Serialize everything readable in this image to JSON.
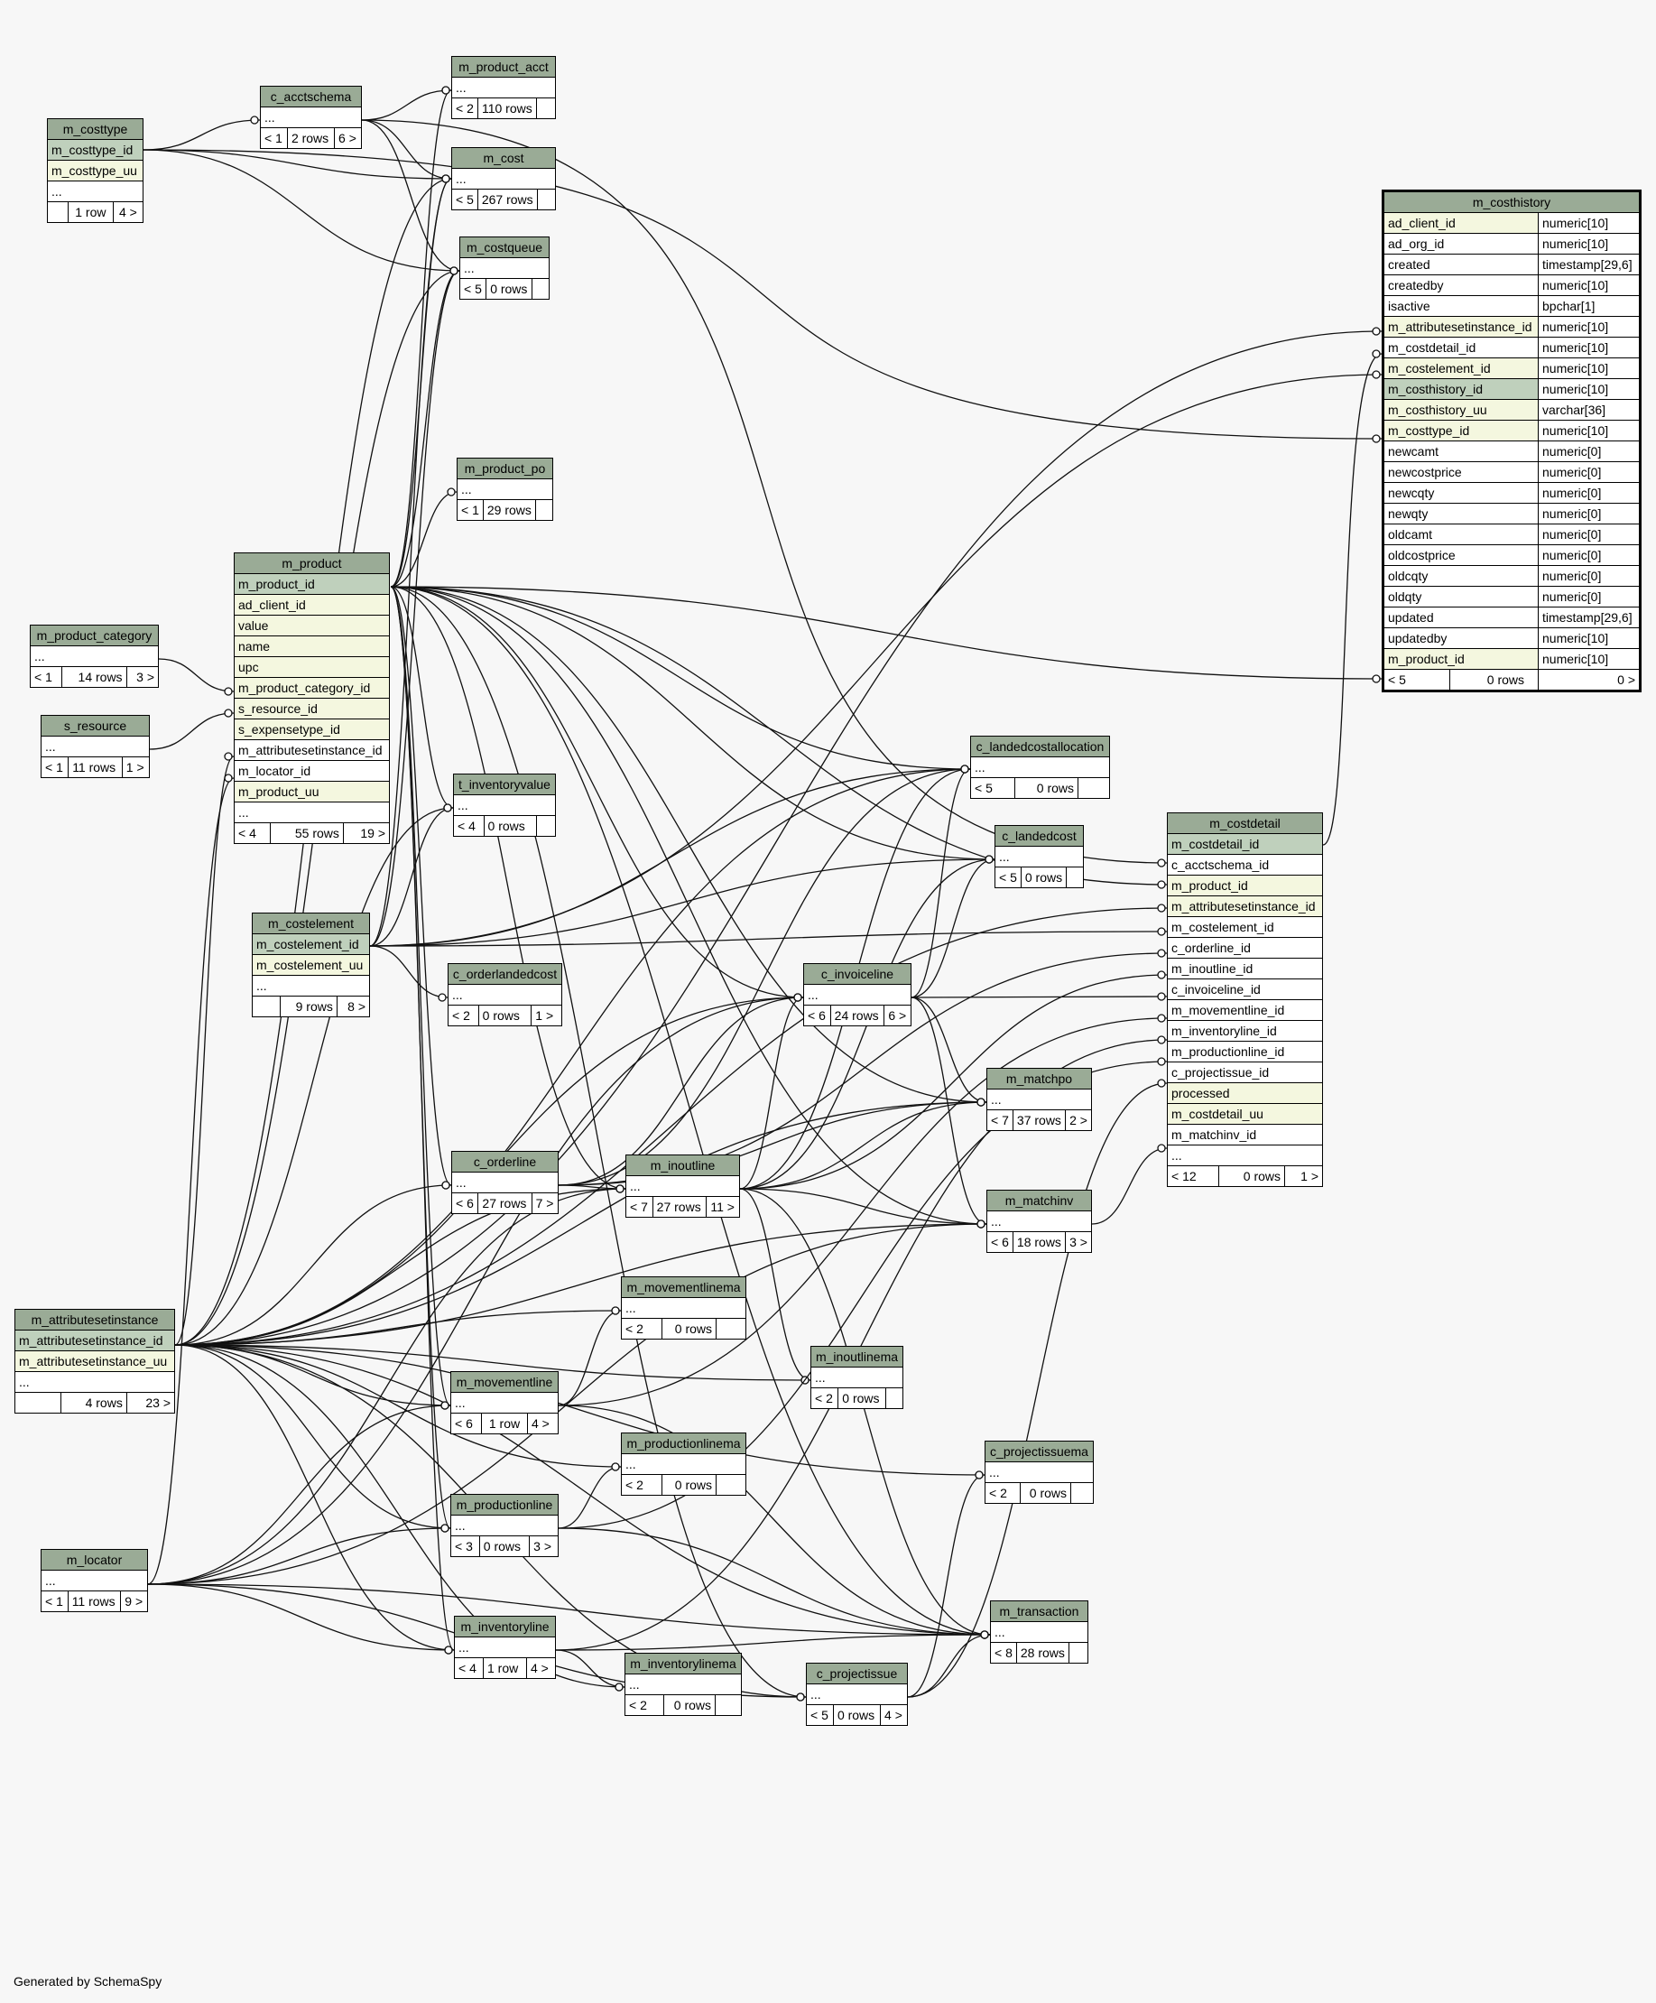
{
  "footer": "Generated by SchemaSpy",
  "colors": {
    "header": "#9aab96",
    "primary_key": "#bfd0bc",
    "indexed": "#f4f7df",
    "plain": "#ffffff",
    "background": "#f7f7f7"
  },
  "tables": {
    "m_costtype": {
      "name": "m_costtype",
      "columns": [
        "m_costtype_id",
        "m_costtype_uu",
        "..."
      ],
      "stats": [
        "",
        "1 row",
        "4 >"
      ]
    },
    "c_acctschema": {
      "name": "c_acctschema",
      "columns": [
        "..."
      ],
      "stats": [
        "< 1",
        "2 rows",
        "6 >"
      ]
    },
    "m_product_acct": {
      "name": "m_product_acct",
      "columns": [
        "..."
      ],
      "stats": [
        "< 2",
        "110 rows",
        ""
      ]
    },
    "m_cost": {
      "name": "m_cost",
      "columns": [
        "..."
      ],
      "stats": [
        "< 5",
        "267 rows",
        ""
      ]
    },
    "m_costqueue": {
      "name": "m_costqueue",
      "columns": [
        "..."
      ],
      "stats": [
        "< 5",
        "0 rows",
        ""
      ]
    },
    "m_product_po": {
      "name": "m_product_po",
      "columns": [
        "..."
      ],
      "stats": [
        "< 1",
        "29 rows",
        ""
      ]
    },
    "m_product": {
      "name": "m_product",
      "columns": [
        "m_product_id",
        "ad_client_id",
        "value",
        "name",
        "upc",
        "m_product_category_id",
        "s_resource_id",
        "s_expensetype_id",
        "m_attributesetinstance_id",
        "m_locator_id",
        "m_product_uu",
        "..."
      ],
      "stats": [
        "< 4",
        "55 rows",
        "19 >"
      ]
    },
    "m_product_category": {
      "name": "m_product_category",
      "columns": [
        "..."
      ],
      "stats": [
        "< 1",
        "14 rows",
        "3 >"
      ]
    },
    "s_resource": {
      "name": "s_resource",
      "columns": [
        "..."
      ],
      "stats": [
        "< 1",
        "11 rows",
        "1 >"
      ]
    },
    "t_inventoryvalue": {
      "name": "t_inventoryvalue",
      "columns": [
        "..."
      ],
      "stats": [
        "< 4",
        "0 rows",
        ""
      ]
    },
    "m_costelement": {
      "name": "m_costelement",
      "columns": [
        "m_costelement_id",
        "m_costelement_uu",
        "..."
      ],
      "stats": [
        "",
        "9 rows",
        "8 >"
      ]
    },
    "c_orderlandedcost": {
      "name": "c_orderlandedcost",
      "columns": [
        "..."
      ],
      "stats": [
        "< 2",
        "0 rows",
        "1 >"
      ]
    },
    "c_landedcostallocation": {
      "name": "c_landedcostallocation",
      "columns": [
        "..."
      ],
      "stats": [
        "< 5",
        "0 rows",
        ""
      ]
    },
    "c_landedcost": {
      "name": "c_landedcost",
      "columns": [
        "..."
      ],
      "stats": [
        "< 5",
        "0 rows",
        ""
      ]
    },
    "c_invoiceline": {
      "name": "c_invoiceline",
      "columns": [
        "..."
      ],
      "stats": [
        "< 6",
        "24 rows",
        "6 >"
      ]
    },
    "m_matchpo": {
      "name": "m_matchpo",
      "columns": [
        "..."
      ],
      "stats": [
        "< 7",
        "37 rows",
        "2 >"
      ]
    },
    "c_orderline": {
      "name": "c_orderline",
      "columns": [
        "..."
      ],
      "stats": [
        "< 6",
        "27 rows",
        "7 >"
      ]
    },
    "m_inoutline": {
      "name": "m_inoutline",
      "columns": [
        "..."
      ],
      "stats": [
        "< 7",
        "27 rows",
        "11 >"
      ]
    },
    "m_matchinv": {
      "name": "m_matchinv",
      "columns": [
        "..."
      ],
      "stats": [
        "< 6",
        "18 rows",
        "3 >"
      ]
    },
    "m_attributesetinstance": {
      "name": "m_attributesetinstance",
      "columns": [
        "m_attributesetinstance_id",
        "m_attributesetinstance_uu",
        "..."
      ],
      "stats": [
        "",
        "4 rows",
        "23 >"
      ]
    },
    "m_movementlinema": {
      "name": "m_movementlinema",
      "columns": [
        "..."
      ],
      "stats": [
        "< 2",
        "0 rows",
        ""
      ]
    },
    "m_inoutlinema": {
      "name": "m_inoutlinema",
      "columns": [
        "..."
      ],
      "stats": [
        "< 2",
        "0 rows",
        ""
      ]
    },
    "m_movementline": {
      "name": "m_movementline",
      "columns": [
        "..."
      ],
      "stats": [
        "< 6",
        "1 row",
        "4 >"
      ]
    },
    "m_productionlinema": {
      "name": "m_productionlinema",
      "columns": [
        "..."
      ],
      "stats": [
        "< 2",
        "0 rows",
        ""
      ]
    },
    "c_projectissuema": {
      "name": "c_projectissuema",
      "columns": [
        "..."
      ],
      "stats": [
        "< 2",
        "0 rows",
        ""
      ]
    },
    "m_productionline": {
      "name": "m_productionline",
      "columns": [
        "..."
      ],
      "stats": [
        "< 3",
        "0 rows",
        "3 >"
      ]
    },
    "m_locator": {
      "name": "m_locator",
      "columns": [
        "..."
      ],
      "stats": [
        "< 1",
        "11 rows",
        "9 >"
      ]
    },
    "m_transaction": {
      "name": "m_transaction",
      "columns": [
        "..."
      ],
      "stats": [
        "< 8",
        "28 rows",
        ""
      ]
    },
    "m_inventoryline": {
      "name": "m_inventoryline",
      "columns": [
        "..."
      ],
      "stats": [
        "< 4",
        "1 row",
        "4 >"
      ]
    },
    "m_inventorylinema": {
      "name": "m_inventorylinema",
      "columns": [
        "..."
      ],
      "stats": [
        "< 2",
        "0 rows",
        ""
      ]
    },
    "c_projectissue": {
      "name": "c_projectissue",
      "columns": [
        "..."
      ],
      "stats": [
        "< 5",
        "0 rows",
        "4 >"
      ]
    },
    "m_costdetail": {
      "name": "m_costdetail",
      "columns": [
        "m_costdetail_id",
        "c_acctschema_id",
        "m_product_id",
        "m_attributesetinstance_id",
        "m_costelement_id",
        "c_orderline_id",
        "m_inoutline_id",
        "c_invoiceline_id",
        "m_movementline_id",
        "m_inventoryline_id",
        "m_productionline_id",
        "c_projectissue_id",
        "processed",
        "m_costdetail_uu",
        "m_matchinv_id",
        "..."
      ],
      "stats": [
        "< 12",
        "0 rows",
        "1 >"
      ]
    },
    "m_costhistory": {
      "name": "m_costhistory",
      "columns": [
        "ad_client_id",
        "ad_org_id",
        "created",
        "createdby",
        "isactive",
        "m_attributesetinstance_id",
        "m_costdetail_id",
        "m_costelement_id",
        "m_costhistory_id",
        "m_costhistory_uu",
        "m_costtype_id",
        "newcamt",
        "newcostprice",
        "newcqty",
        "newqty",
        "oldcamt",
        "oldcostprice",
        "oldcqty",
        "oldqty",
        "updated",
        "updatedby",
        "m_product_id"
      ],
      "types": [
        "numeric[10]",
        "numeric[10]",
        "timestamp[29,6]",
        "numeric[10]",
        "bpchar[1]",
        "numeric[10]",
        "numeric[10]",
        "numeric[10]",
        "numeric[10]",
        "varchar[36]",
        "numeric[10]",
        "numeric[0]",
        "numeric[0]",
        "numeric[0]",
        "numeric[0]",
        "numeric[0]",
        "numeric[0]",
        "numeric[0]",
        "numeric[0]",
        "timestamp[29,6]",
        "numeric[10]",
        "numeric[10]"
      ],
      "stats": [
        "< 5",
        "0 rows",
        "0 >"
      ]
    }
  }
}
